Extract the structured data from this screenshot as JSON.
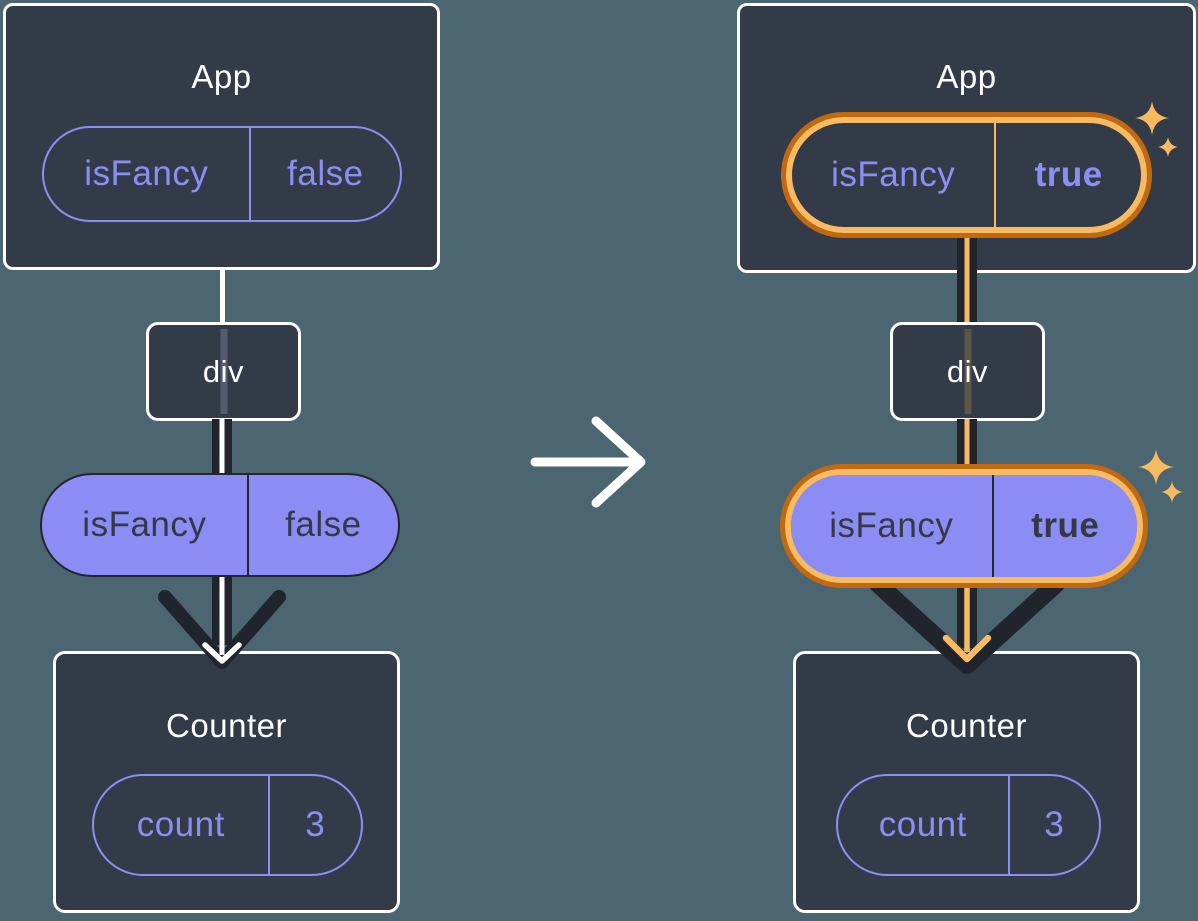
{
  "diagram_title": "React component tree state transition (isFancy false to true)",
  "colors": {
    "background": "#4C6671",
    "box_fill": "#343B48",
    "box_border": "#FFFFFF",
    "purple_accent": "#8B8FF4",
    "purple_fill": "#8B8DF4",
    "pill_dark_text": "#343945",
    "dark_line": "#20242D",
    "highlight_orange_dark": "#C2690F",
    "highlight_orange_light": "#F9BB62",
    "sparkle": "#F7BA61"
  },
  "icons": {
    "transition_arrow": "right-arrow",
    "sparkle": "four-point-star",
    "flow_arrowhead": "chevron-down"
  },
  "trees": [
    {
      "id": "before",
      "app_title": "App",
      "app_state": {
        "name": "isFancy",
        "value": "false"
      },
      "div_label": "div",
      "prop": {
        "name": "isFancy",
        "value": "false"
      },
      "counter_title": "Counter",
      "counter_state": {
        "name": "count",
        "value": "3"
      }
    },
    {
      "id": "after",
      "app_title": "App",
      "app_state": {
        "name": "isFancy",
        "value": "true"
      },
      "div_label": "div",
      "prop": {
        "name": "isFancy",
        "value": "true"
      },
      "counter_title": "Counter",
      "counter_state": {
        "name": "count",
        "value": "3"
      }
    }
  ]
}
